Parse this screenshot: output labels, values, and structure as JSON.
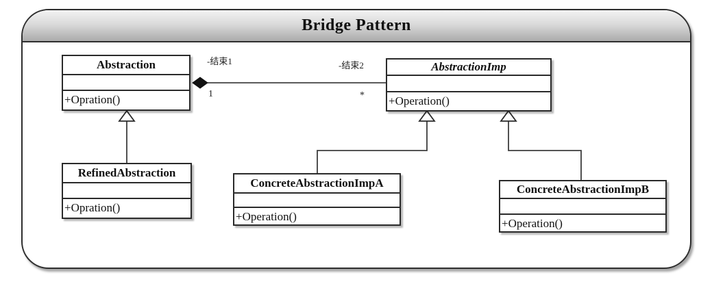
{
  "title": "Bridge Pattern",
  "diagram": {
    "classes": [
      {
        "name": "Abstraction",
        "kind": "class",
        "attributes": "",
        "method": "+Opration()"
      },
      {
        "name": "AbstractionImp",
        "kind": "abstract-class",
        "attributes": "",
        "method": "+Operation()"
      },
      {
        "name": "RefinedAbstraction",
        "kind": "class",
        "attributes": "",
        "method": "+Opration()"
      },
      {
        "name": "ConcreteAbstractionImpA",
        "kind": "class",
        "attributes": "",
        "method": "+Operation()"
      },
      {
        "name": "ConcreteAbstractionImpB",
        "kind": "class",
        "attributes": "",
        "method": "+Operation()"
      }
    ],
    "association": {
      "type": "composition",
      "from": "Abstraction",
      "to": "AbstractionImp",
      "role_left": "-结束1",
      "role_right": "-结束2",
      "multiplicity_left": "1",
      "multiplicity_right": "*"
    },
    "generalizations": [
      {
        "child": "RefinedAbstraction",
        "parent": "Abstraction"
      },
      {
        "child": "ConcreteAbstractionImpA",
        "parent": "AbstractionImp"
      },
      {
        "child": "ConcreteAbstractionImpB",
        "parent": "AbstractionImp"
      }
    ]
  },
  "colors": {
    "box_border": "#2a2a2a",
    "association_line": "#5a5a5a",
    "generalization_line": "#3d3d3d",
    "diamond_fill": "#111111",
    "header_gradient_top": "#f3f3f3",
    "header_gradient_bottom": "#ababab",
    "background": "#ffffff"
  }
}
